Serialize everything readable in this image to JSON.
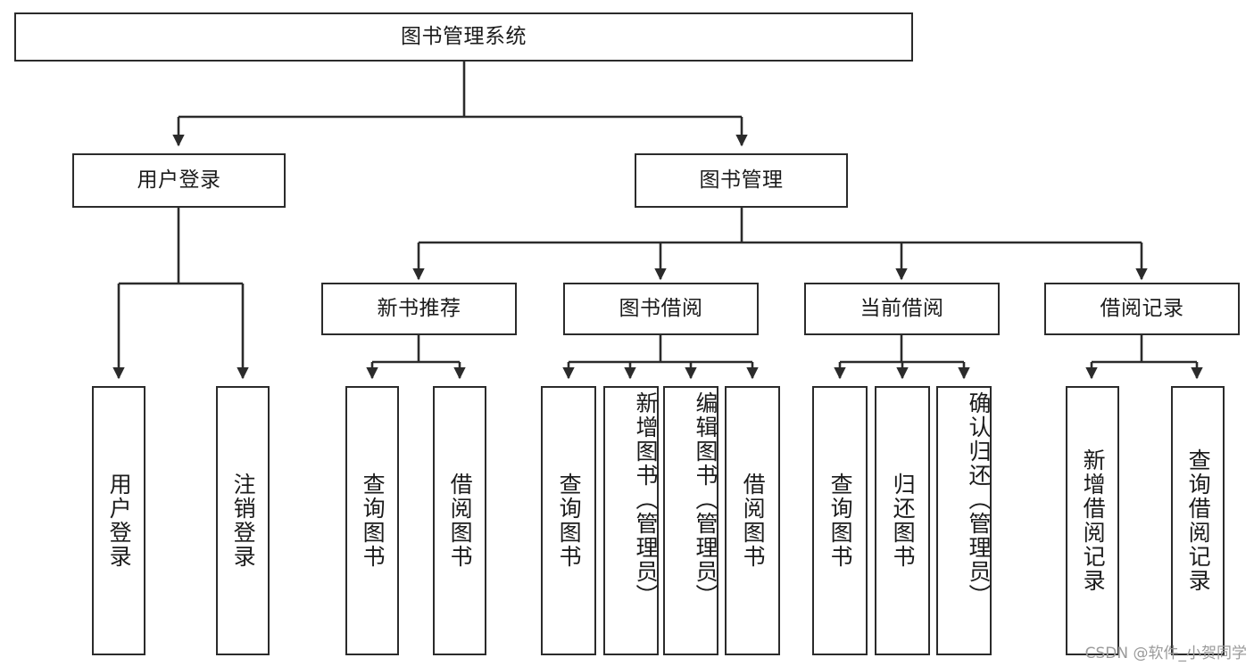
{
  "diagram": {
    "title": "图书管理系统",
    "watermark": "CSDN @软件_小贺同学",
    "line_color": "#2b2b2b",
    "box_border_color": "#2b2b2b",
    "box_fill_color": "#ffffff",
    "text_color": "#1b1b1b",
    "background_color": "#ffffff",
    "nodes": {
      "root": "图书管理系统",
      "level2": [
        "用户登录",
        "图书管理"
      ],
      "level3": [
        "新书推荐",
        "图书借阅",
        "当前借阅",
        "借阅记录"
      ],
      "leaves": {
        "user_login": [
          "用户登录",
          "注销登录"
        ],
        "new_book_recommend": [
          "查询图书",
          "借阅图书"
        ],
        "book_borrow": [
          "查询图书",
          "新增图书（管理员）",
          "编辑图书（管理员）",
          "借阅图书"
        ],
        "current_borrow": [
          "查询图书",
          "归还图书",
          "确认归还（管理员）"
        ],
        "borrow_record": [
          "新增借阅记录",
          "查询借阅记录"
        ]
      }
    }
  }
}
